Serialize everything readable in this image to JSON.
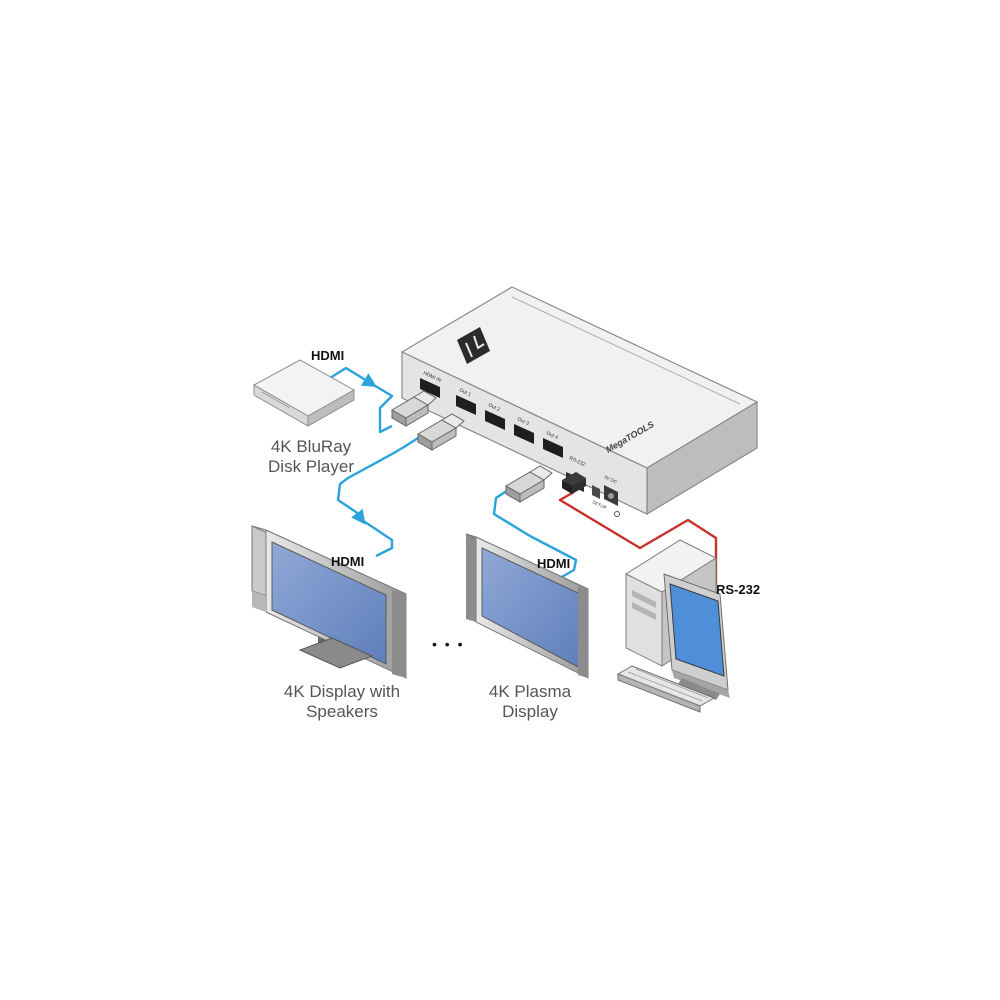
{
  "labels": {
    "hdmi_bluray": "HDMI",
    "hdmi_display1": "HDMI",
    "hdmi_display2": "HDMI",
    "rs232": "RS-232",
    "bluray_line1": "4K BluRay",
    "bluray_line2": "Disk Player",
    "display1_line1": "4K Display with",
    "display1_line2": "Speakers",
    "display2_line1": "4K Plasma",
    "display2_line2": "Display",
    "ellipsis": "• • •"
  },
  "device": {
    "brand": "MegaTOOLS",
    "ports": [
      "HDMI IN",
      "Out 1",
      "Out 2",
      "Out 3",
      "Out 4"
    ],
    "rs232_port": "RS-232",
    "setup": "SETUP",
    "power": "5V DC"
  },
  "colors": {
    "hdmi_cable": "#2aa3dc",
    "rs232_cable": "#c7312b",
    "device_body": "#ececec",
    "screen": "#6f8fc8"
  }
}
